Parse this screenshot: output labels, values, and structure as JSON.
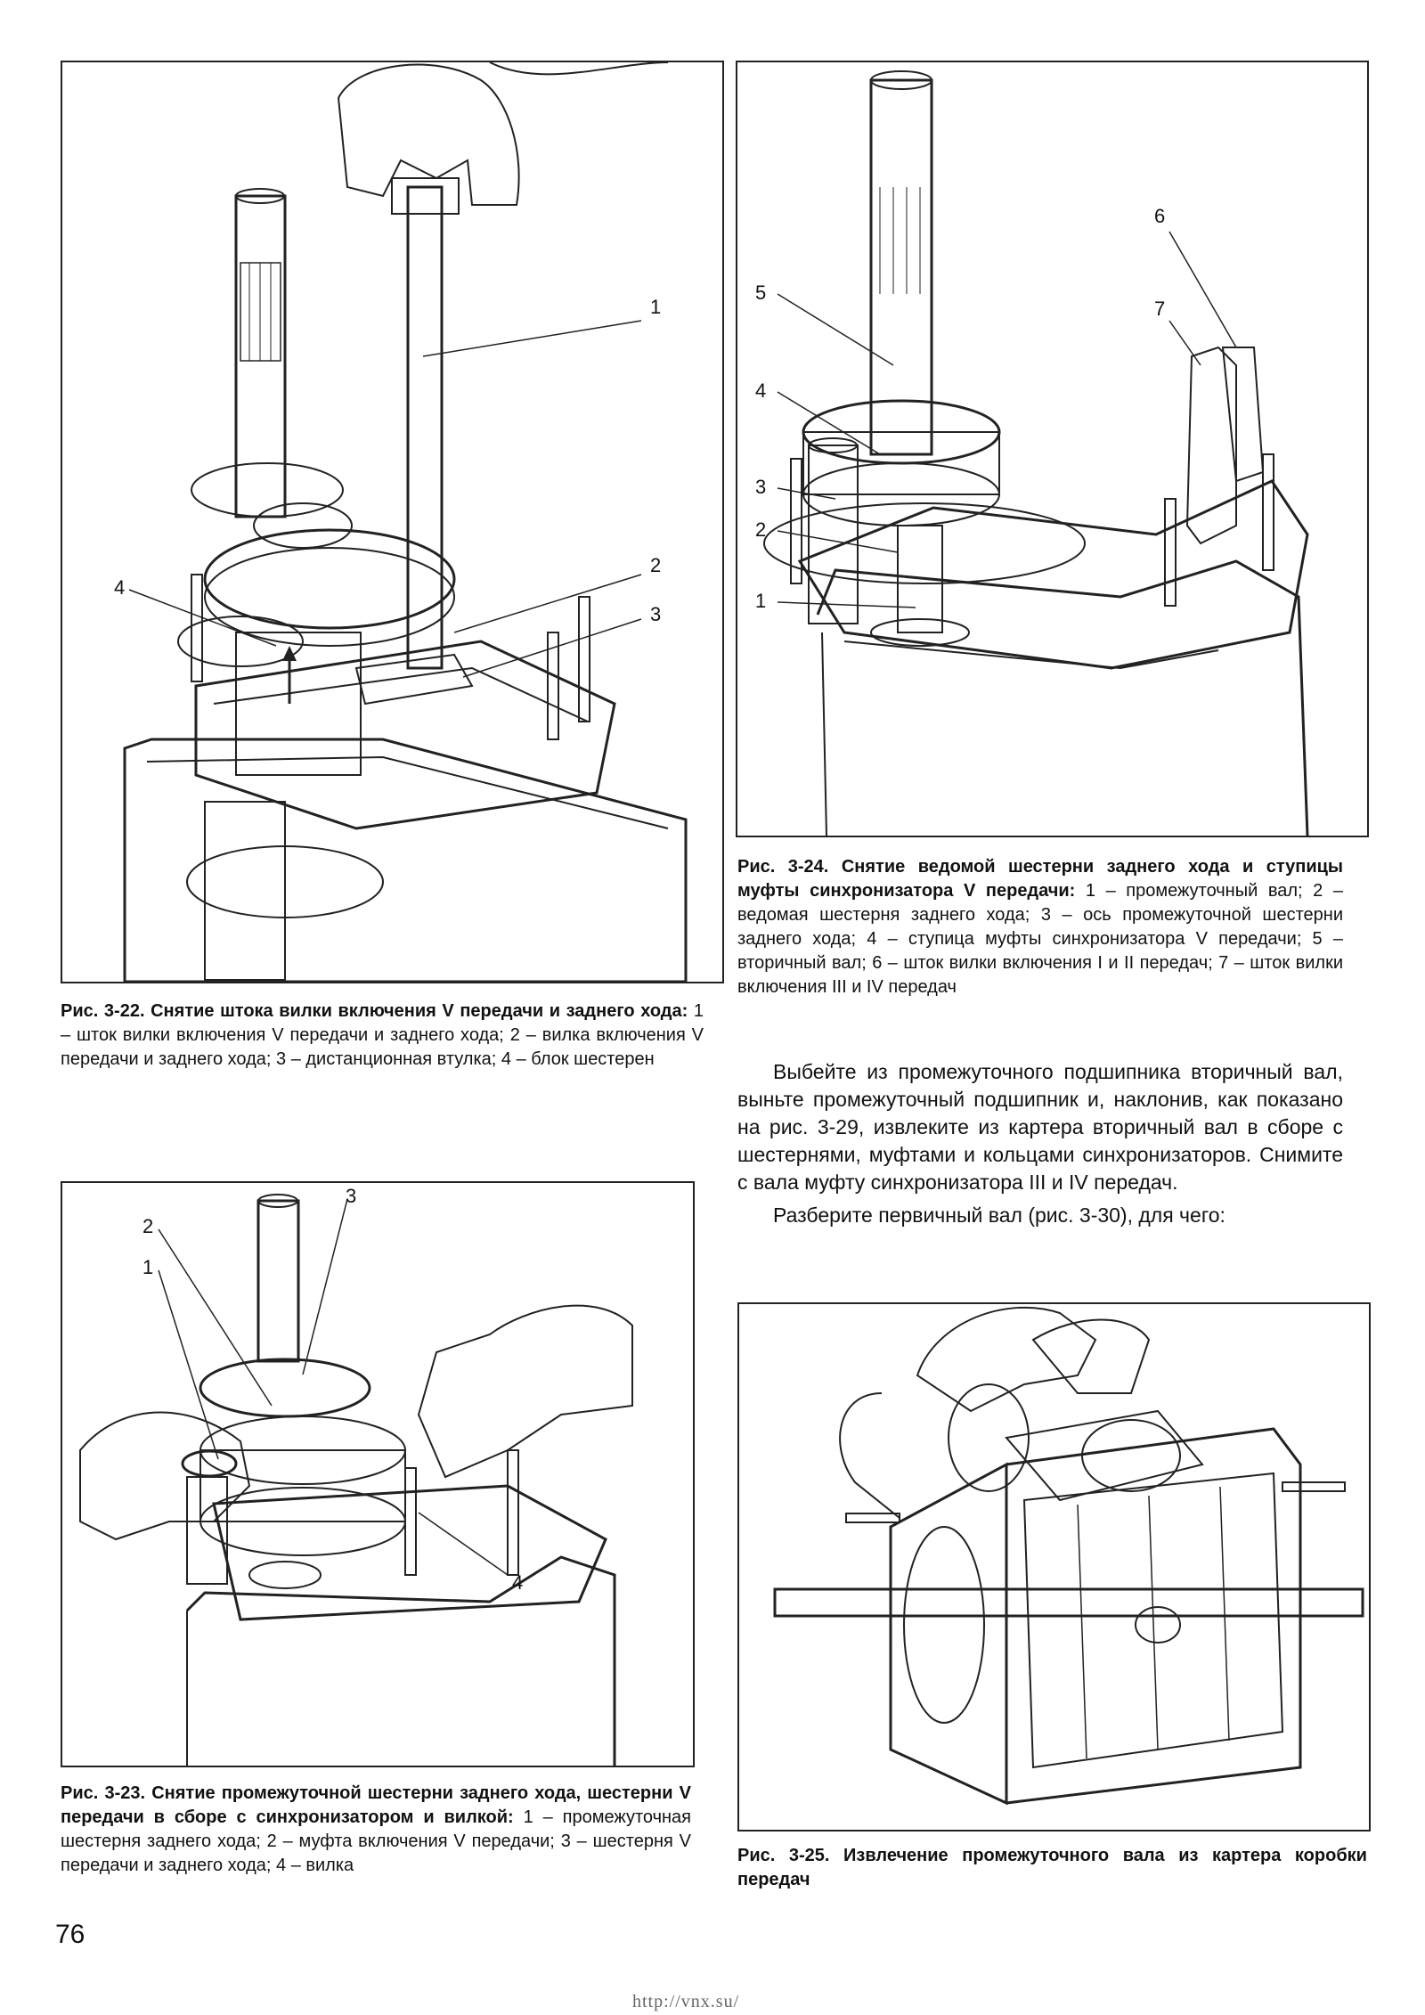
{
  "figures": [
    {
      "id": "3-22",
      "label": "Рис. 3-22.",
      "title": "Снятие штока вилки включения V передачи и заднего хода:",
      "description": "1 – шток вилки включения V передачи и заднего хода; 2 – вилка включения V передачи и заднего хода; 3 – дистанционная втулка; 4 – блок шестерен",
      "callouts": [
        "1",
        "2",
        "3",
        "4"
      ]
    },
    {
      "id": "3-24",
      "label": "Рис. 3-24.",
      "title": "Снятие ведомой шестерни заднего хода и ступицы муфты синхронизатора V передачи:",
      "description": "1 – промежуточный вал; 2 – ведомая шестерня заднего хода; 3 – ось промежуточной шестерни заднего хода; 4 – ступица муфты синхронизатора V передачи; 5 – вторичный вал; 6 – шток вилки включения I и II передач; 7 – шток вилки включения III и IV передач",
      "callouts": [
        "1",
        "2",
        "3",
        "4",
        "5",
        "6",
        "7"
      ]
    },
    {
      "id": "3-23",
      "label": "Рис. 3-23.",
      "title": "Снятие промежуточной шестерни заднего хода, шестерни V передачи в сборе с синхронизатором и вилкой:",
      "description": "1 – промежуточная шестерня заднего хода; 2 – муфта включения V передачи; 3 – шестерня V передачи и заднего хода; 4 – вилка",
      "callouts": [
        "1",
        "2",
        "3",
        "4"
      ]
    },
    {
      "id": "3-25",
      "label": "Рис. 3-25.",
      "title": "Извлечение промежуточного вала из картера коробки передач",
      "description": "",
      "callouts": []
    }
  ],
  "text": {
    "paragraph_1": "Выбейте из промежуточного подшипника вторичный вал, выньте промежуточный подшипник и, наклонив, как показано на рис. 3-29, извлеките из картера вторичный вал в сборе с шестернями, муфтами и кольцами синхронизаторов. Снимите с вала муфту синхронизатора III и IV передач.",
    "paragraph_2": "Разберите первичный вал (рис. 3-30), для чего:"
  },
  "page": {
    "number": "76",
    "footer_url": "http://vnx.su/"
  }
}
